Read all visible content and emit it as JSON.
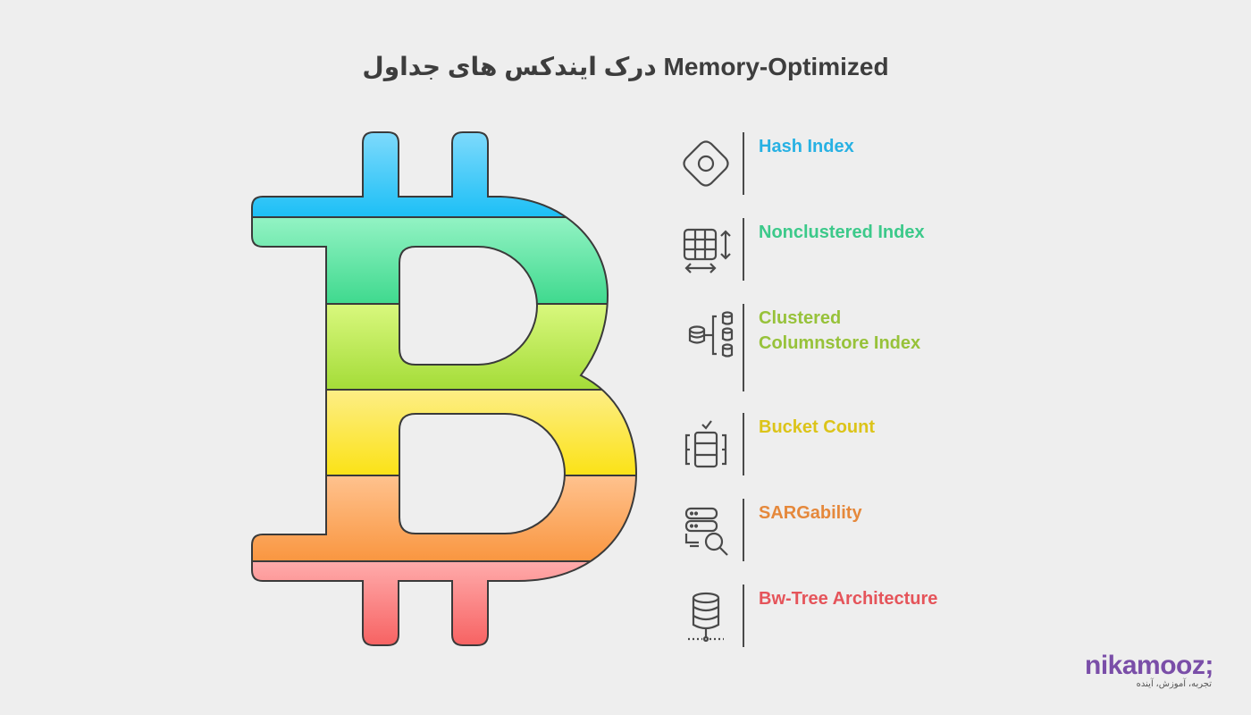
{
  "title": "درک ایندکس های جداول Memory-Optimized",
  "items": [
    {
      "label": "Hash Index",
      "icon": "hash-diamond-icon",
      "color": "#27b1e3"
    },
    {
      "label": "Nonclustered Index",
      "icon": "table-resize-icon",
      "color": "#3cc98a"
    },
    {
      "label": "Clustered Columnstore Index",
      "icon": "database-hierarchy-icon",
      "color": "#97c23a"
    },
    {
      "label": "Bucket Count",
      "icon": "bucket-rows-icon",
      "color": "#dcc419"
    },
    {
      "label": "SARGability",
      "icon": "server-search-icon",
      "color": "#e5883b"
    },
    {
      "label": "Bw-Tree Architecture",
      "icon": "database-network-icon",
      "color": "#e5545a"
    }
  ],
  "logo": {
    "brand": "nikamooz;",
    "tagline": "تجربه، آموزش، آینده"
  }
}
